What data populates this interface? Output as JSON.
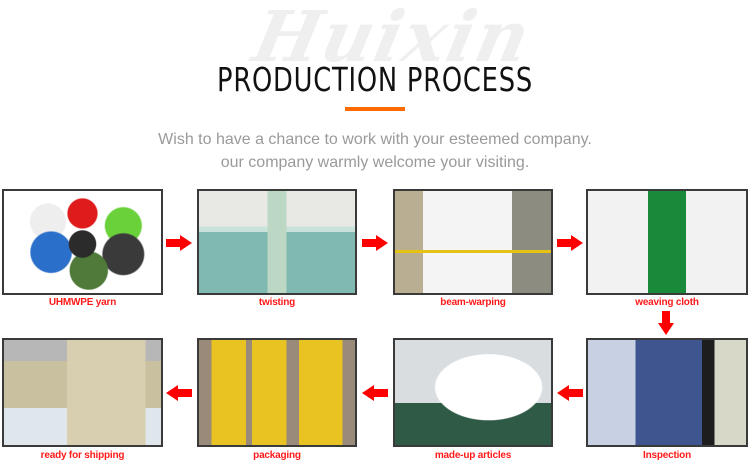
{
  "header": {
    "watermark": "Huixin",
    "title": "PRODUCTION PROCESS",
    "accent_color": "#ff6a00",
    "subtitle_line1": "Wish to have a chance to work with your esteemed company.",
    "subtitle_line2": "our company warmly welcome your visiting."
  },
  "label_color": "#ff1a1a",
  "arrow_color": "#ff0000",
  "steps": [
    {
      "label": "UHMWPE yarn",
      "image": "colored-yarn-spools"
    },
    {
      "label": "twisting",
      "image": "twisting-machines-factory"
    },
    {
      "label": "beam-warping",
      "image": "beam-warping-machine"
    },
    {
      "label": "weaving cloth",
      "image": "weaving-looms-hall"
    },
    {
      "label": "Inspection",
      "image": "worker-inspecting-cloth"
    },
    {
      "label": "made-up articles",
      "image": "white-fabric-rolls"
    },
    {
      "label": "packaging",
      "image": "yellow-wrapped-rolls"
    },
    {
      "label": "ready for shipping",
      "image": "warehouse-forklifts"
    }
  ],
  "arrows": [
    {
      "direction": "right"
    },
    {
      "direction": "right"
    },
    {
      "direction": "right"
    },
    {
      "direction": "down"
    },
    {
      "direction": "left"
    },
    {
      "direction": "left"
    },
    {
      "direction": "left"
    }
  ]
}
